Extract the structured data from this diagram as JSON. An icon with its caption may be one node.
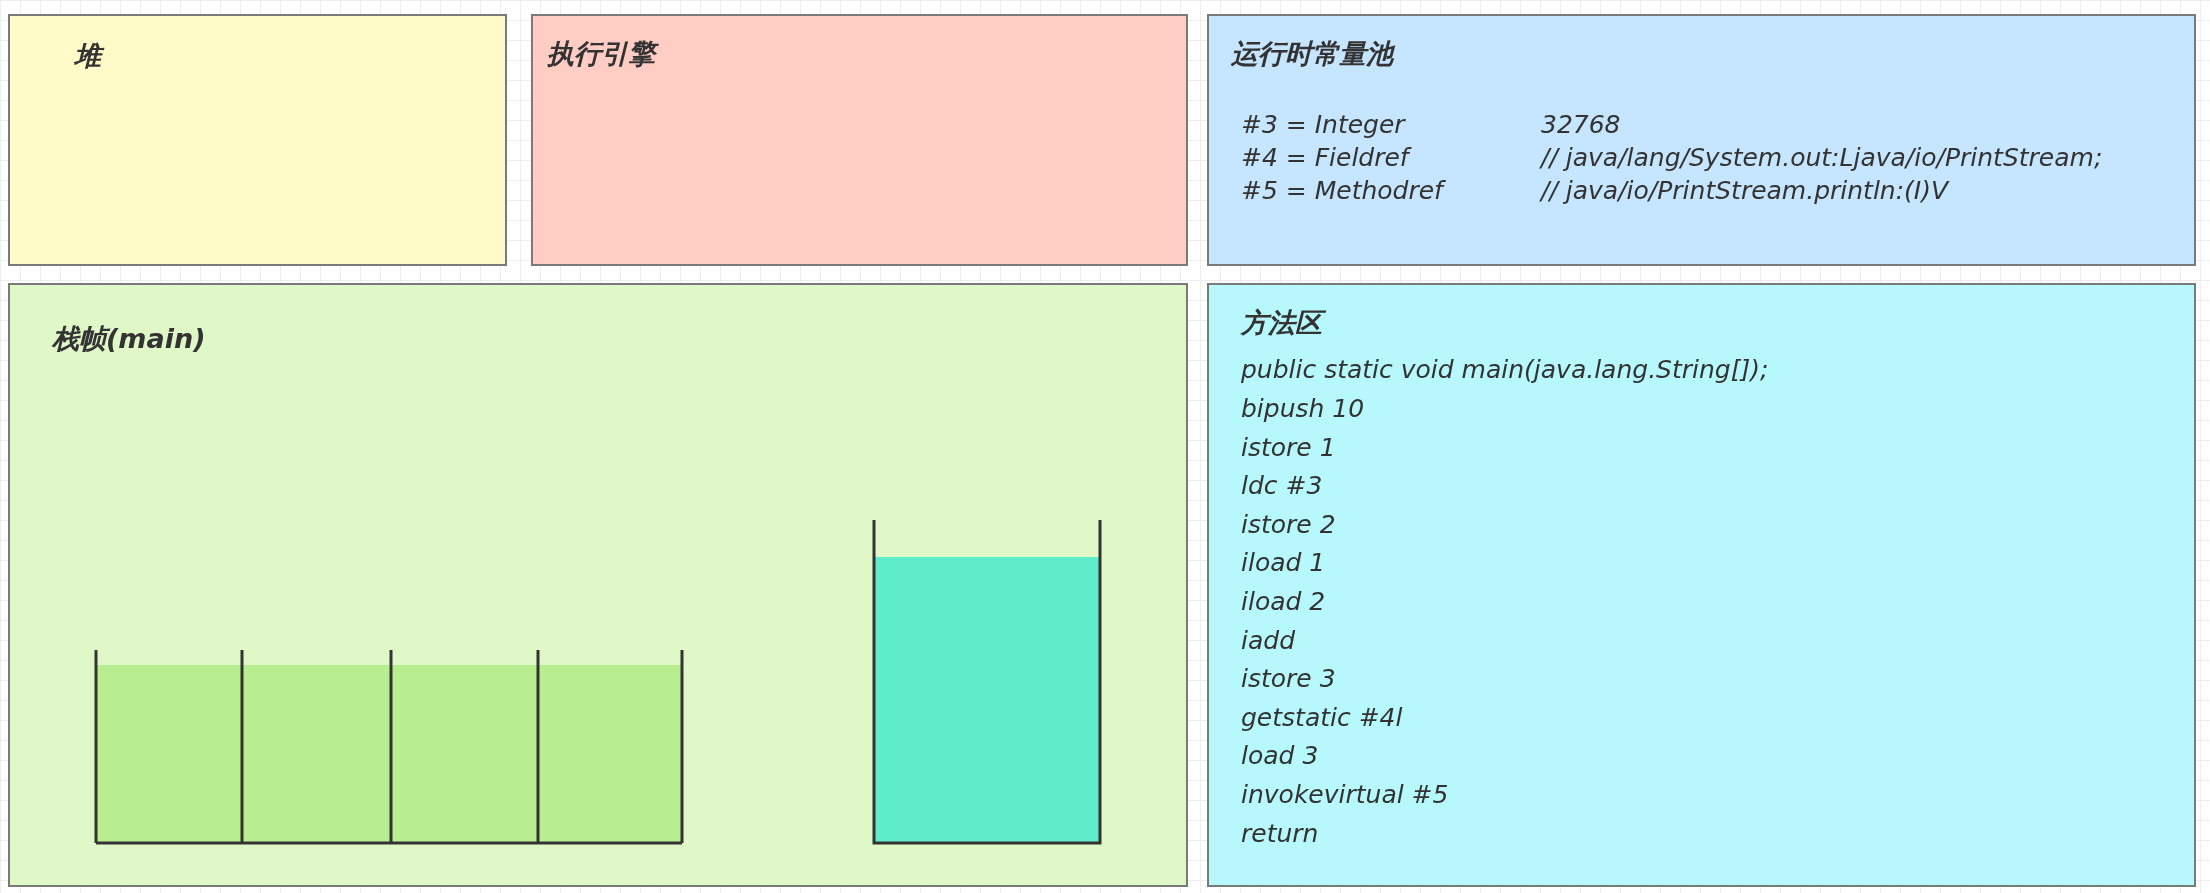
{
  "diagram": {
    "nodes": [
      {
        "text": [
          "堆"
        ]
      },
      {
        "text": [
          "执行引擎"
        ]
      },
      {
        "text": [
          "运行时常量池",
          "#3 = Integer",
          "32768",
          "#4 = Fieldref",
          "// java/lang/System.out:Ljava/io/PrintStream;",
          "#5 = Methodref",
          "// java/io/PrintStream.println:(I)V"
        ]
      },
      {
        "text": [
          "栈帧(main)"
        ]
      },
      {
        "text": [
          "方法区",
          "public static void main(java.lang.String[]);",
          "bipush 10",
          "istore 1",
          "ldc #3",
          "istore 2",
          "iload 1",
          "iload 2",
          "iadd",
          "istore 3",
          "getstatic #4l",
          "load 3",
          "invokevirtual #5",
          "return"
        ]
      }
    ]
  }
}
